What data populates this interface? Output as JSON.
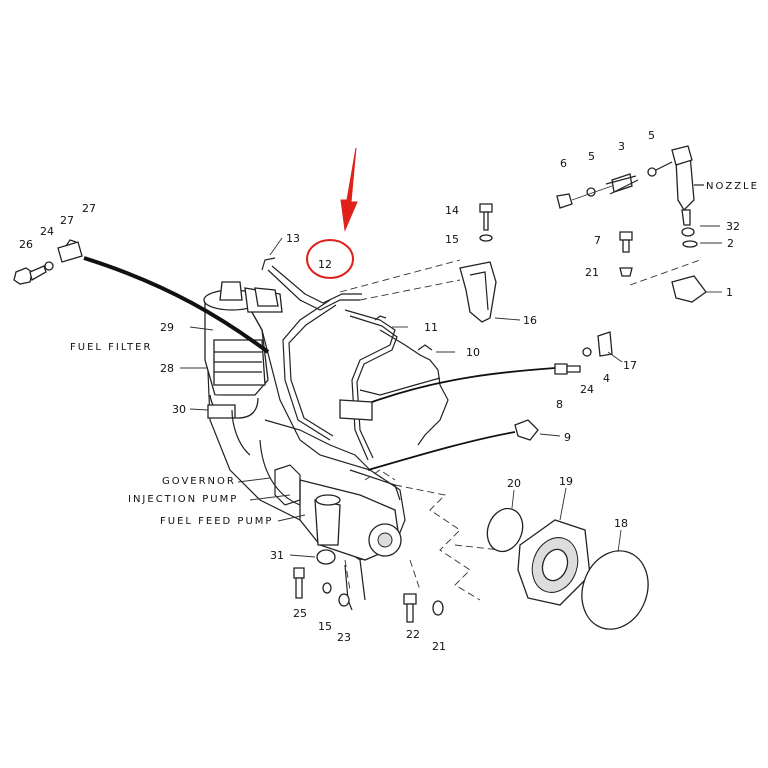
{
  "callouts": {
    "c1": "1",
    "c2": "2",
    "c3": "3",
    "c4": "4",
    "c5a": "5",
    "c5b": "5",
    "c6": "6",
    "c7": "7",
    "c8": "8",
    "c9": "9",
    "c10": "10",
    "c11": "11",
    "c12": "12",
    "c13": "13",
    "c14": "14",
    "c15a": "15",
    "c15b": "15",
    "c16": "16",
    "c17": "17",
    "c18": "18",
    "c19": "19",
    "c20": "20",
    "c21a": "21",
    "c21b": "21",
    "c22": "22",
    "c23": "23",
    "c24a": "24",
    "c24b": "24",
    "c25": "25",
    "c26": "26",
    "c27": "27",
    "c28": "28",
    "c29": "29",
    "c30": "30",
    "c31": "31",
    "c32": "32"
  },
  "labels": {
    "nozzle": "NOZZLE",
    "fuel_filter": "FUEL FILTER",
    "governor": "GOVERNOR",
    "injection_pump": "INJECTION PUMP",
    "fuel_feed_pump": "FUEL FEED PUMP"
  },
  "highlight": {
    "color": "#e0201b",
    "target": "12"
  }
}
